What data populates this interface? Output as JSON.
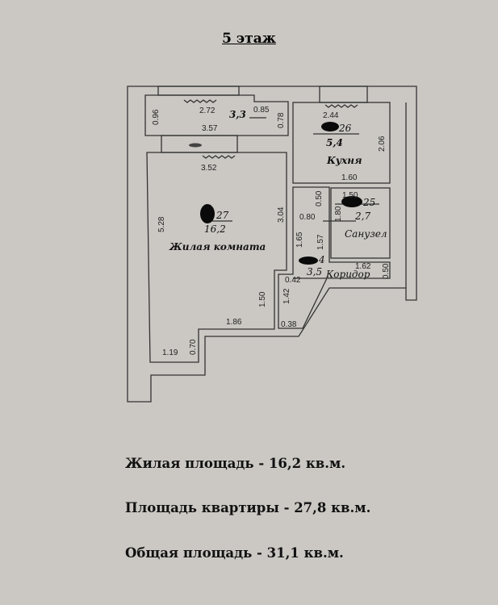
{
  "header": {
    "floor_title": "5 этаж"
  },
  "plan": {
    "balcony": {
      "area": "3,3",
      "dims": [
        "0.96",
        "2.72",
        "0.85",
        "0.78",
        "3.57"
      ]
    },
    "kitchen": {
      "name": "Кухня",
      "area_number": "26",
      "area": "5,4",
      "dims": [
        "2.44",
        "2.06",
        "1.60"
      ]
    },
    "bathroom": {
      "name": "Санузел",
      "area_number": "25",
      "area": "2,7",
      "dims": [
        "1.50",
        "1.80"
      ]
    },
    "living_room": {
      "name": "Жилая комната",
      "area_number": "27",
      "area": "16,2",
      "dims": [
        "3.52",
        "5.28",
        "3.04",
        "1.50",
        "1.86",
        "0.70",
        "1.19"
      ]
    },
    "corridor": {
      "name": "Коридор",
      "area_number": "4",
      "area": "3,5",
      "dims": [
        "0.50",
        "0.80",
        "1.65",
        "1.57",
        "0.42",
        "1.42",
        "0.38",
        "1.62",
        "0.50"
      ]
    }
  },
  "summary": {
    "living_area": "Жилая площадь - 16,2 кв.м.",
    "apartment_area": "Площадь квартиры - 27,8 кв.м.",
    "total_area": "Общая площадь - 31,1 кв.м."
  }
}
